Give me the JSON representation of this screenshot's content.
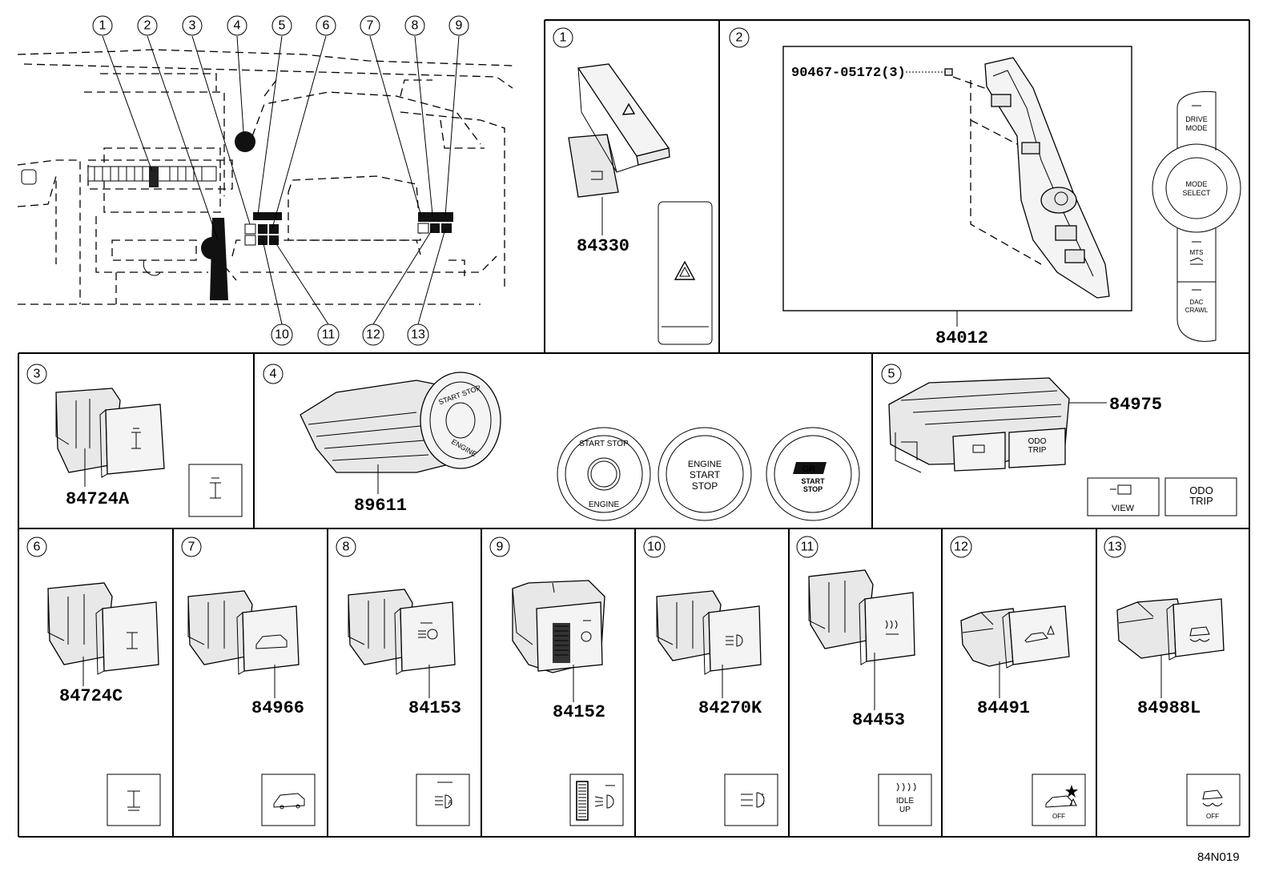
{
  "diagram_code": "84N019",
  "overview_callouts": [
    "1",
    "2",
    "3",
    "4",
    "5",
    "6",
    "7",
    "8",
    "9",
    "10",
    "11",
    "12",
    "13"
  ],
  "panels": [
    {
      "num": "1",
      "parts": [
        "84330"
      ]
    },
    {
      "num": "2",
      "parts": [
        "84012",
        "90467-05172(3)"
      ]
    },
    {
      "num": "3",
      "parts": [
        "84724A"
      ]
    },
    {
      "num": "4",
      "parts": [
        "89611"
      ]
    },
    {
      "num": "5",
      "parts": [
        "84975"
      ]
    },
    {
      "num": "6",
      "parts": [
        "84724C"
      ]
    },
    {
      "num": "7",
      "parts": [
        "84966"
      ]
    },
    {
      "num": "8",
      "parts": [
        "84153"
      ]
    },
    {
      "num": "9",
      "parts": [
        "84152"
      ]
    },
    {
      "num": "10",
      "parts": [
        "84270K"
      ]
    },
    {
      "num": "11",
      "parts": [
        "84453"
      ]
    },
    {
      "num": "12",
      "parts": [
        "84491"
      ]
    },
    {
      "num": "13",
      "parts": [
        "84988L"
      ]
    }
  ],
  "drive_mode_labels": {
    "drive": "DRIVE",
    "mode": "MODE",
    "mode_select_1": "MODE",
    "mode_select_2": "SELECT",
    "mts_1": "MTS",
    "mts_2": "",
    "dac_1": "DAC",
    "dac_2": "CRAWL"
  },
  "start_stop_labels": {
    "start_stop": "START STOP",
    "engine": "ENGINE",
    "big_engine": "ENGINE",
    "big_start": "START",
    "big_stop": "STOP",
    "gr": "GR",
    "gr_start": "START",
    "gr_stop": "STOP"
  },
  "odo_labels": {
    "view": "VIEW",
    "odo": "ODO",
    "trip": "TRIP"
  },
  "icon_text": {
    "idle_up_1": "IDLE",
    "idle_up_2": "UP",
    "off": "OFF"
  },
  "icons": [
    "hazard-icon",
    "4wd-icon",
    "diff-lock-icon",
    "rear-hatch-icon",
    "auto-headlight-icon",
    "headlight-leveling-icon",
    "fog-light-icon",
    "idle-up-icon",
    "vsc-off-icon",
    "trac-off-icon",
    "view-icon"
  ]
}
